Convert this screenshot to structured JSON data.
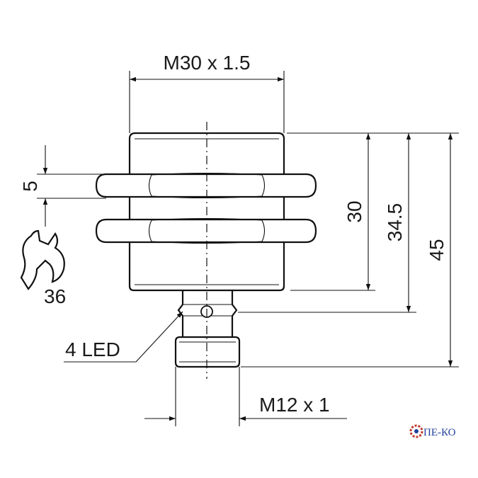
{
  "dimensions": {
    "thread_top": "M30 x 1.5",
    "thread_bottom": "M12 x 1",
    "nut_width": "5",
    "wrench": "36",
    "h30": "30",
    "h34_5": "34.5",
    "h45": "45",
    "led": "4 LED"
  },
  "logo": {
    "text": "ПЕ-КО"
  },
  "colors": {
    "line": "#111111",
    "logo": "#1f3f9a",
    "logo_gear": "#c0392b"
  }
}
